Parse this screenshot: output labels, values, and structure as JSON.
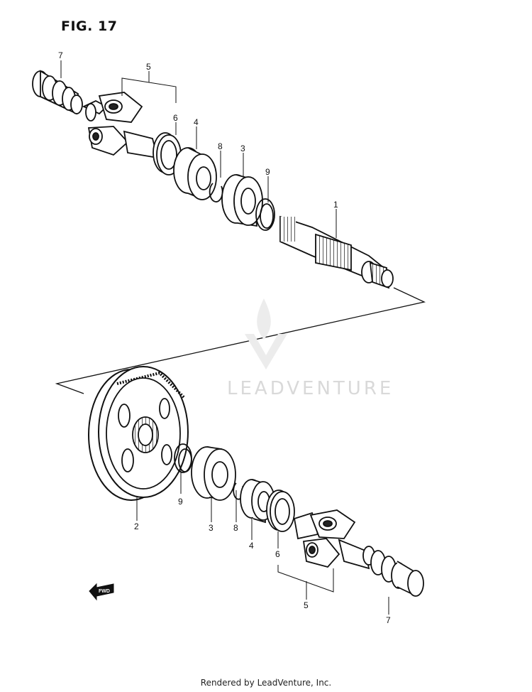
{
  "figure": {
    "title": "FIG. 17"
  },
  "watermark": {
    "text": "LEADVENTURE"
  },
  "footer": {
    "text": "Rendered by LeadVenture, Inc."
  },
  "fwd_arrow": {
    "label": "FWD"
  },
  "callouts": {
    "top": {
      "p7": "7",
      "p5": "5",
      "p6": "6",
      "p4": "4",
      "p8": "8",
      "p3": "3",
      "p9": "9",
      "p1": "1"
    },
    "bottom": {
      "p9": "9",
      "p2": "2",
      "p3": "3",
      "p8": "8",
      "p4": "4",
      "p6": "6",
      "p5": "5",
      "p7": "7"
    }
  }
}
